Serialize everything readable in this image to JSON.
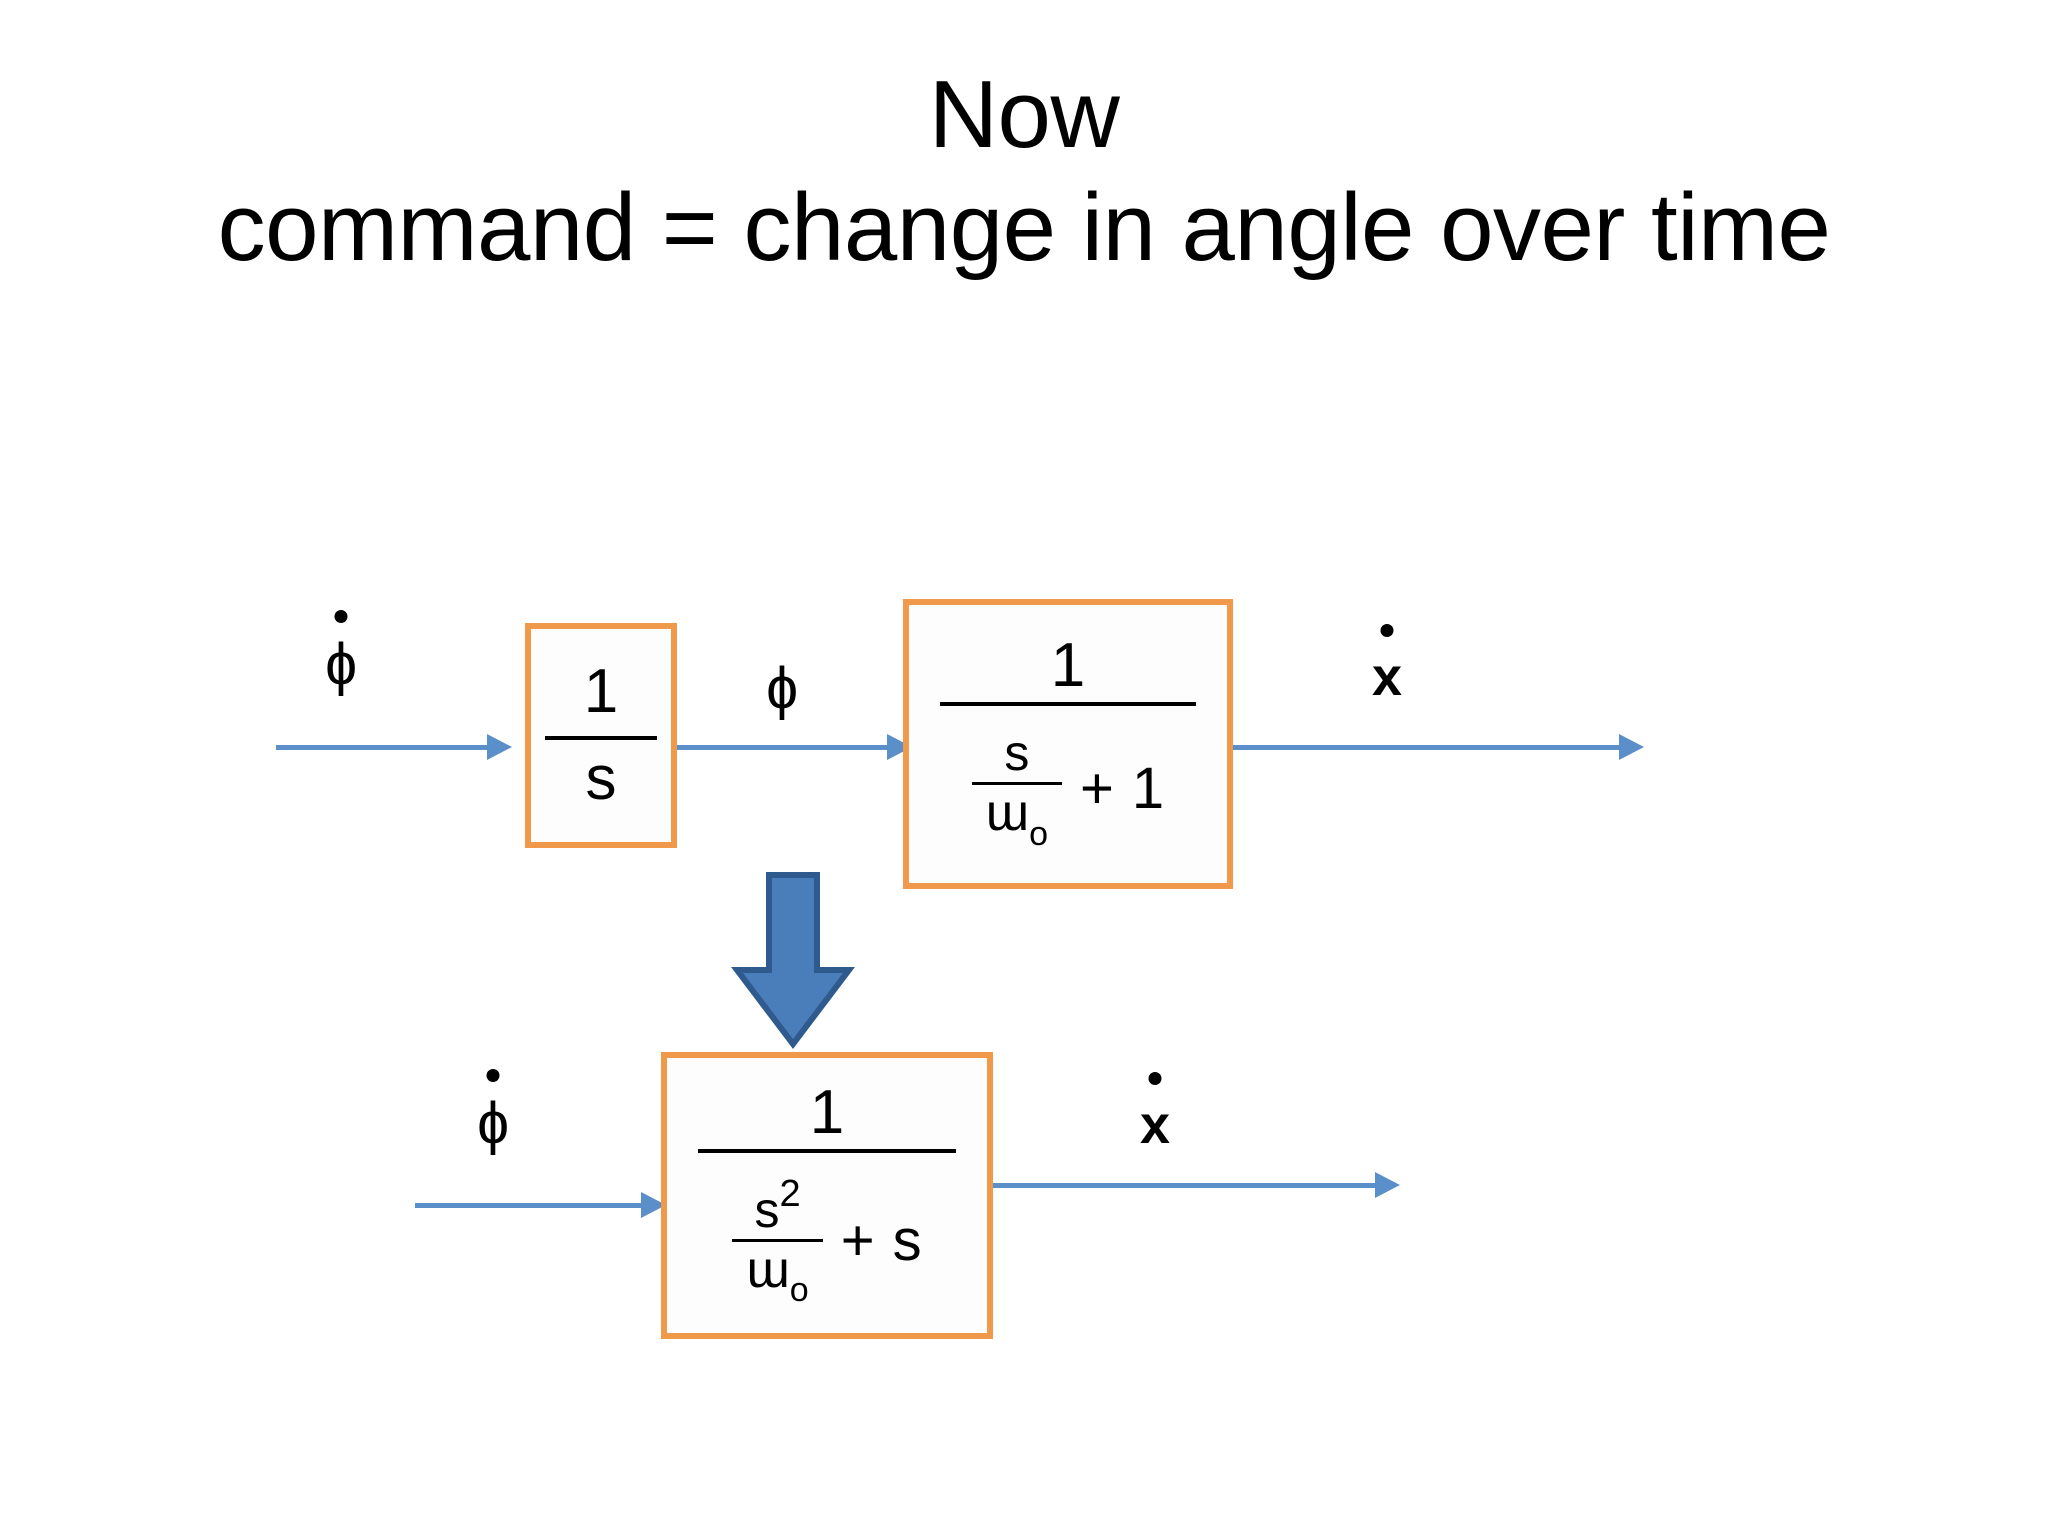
{
  "slide": {
    "background_color": "#FFFFFF",
    "title_lines": [
      "Now",
      "command = change in angle over time"
    ]
  },
  "theme": {
    "box_border_color": "#F0994A",
    "box_fill_color": "#FDFDFD",
    "arrow_color": "#5B8FC9",
    "big_arrow_fill": "#4A7EBB",
    "big_arrow_stroke": "#2E5A8E",
    "text_color": "#000000"
  },
  "diagram": {
    "top_row": {
      "input_label": {
        "symbol": "ɸ",
        "accent": "dot",
        "reading": "phi-dot"
      },
      "block_1": {
        "name": "integrator",
        "numerator": "1",
        "denominator": "s",
        "reading": "1 over s"
      },
      "intermediate_label": {
        "symbol": "ɸ",
        "accent": "none",
        "reading": "phi"
      },
      "block_2": {
        "name": "first-order-lag",
        "numerator": "1",
        "denominator": {
          "fraction_numerator": "s",
          "fraction_denominator": "ɯ",
          "fraction_denominator_subscript": "o",
          "operator": "+",
          "trailing_term": "1"
        },
        "reading": "1 over ( s over omega-o plus 1 )"
      },
      "output_label": {
        "symbol": "x",
        "accent": "dot",
        "reading": "x-dot"
      }
    },
    "transition_arrow": {
      "direction": "down",
      "name": "simplifies-to"
    },
    "bottom_row": {
      "input_label": {
        "symbol": "ɸ",
        "accent": "dot",
        "reading": "phi-dot"
      },
      "block_1": {
        "name": "combined-transfer-function",
        "numerator": "1",
        "denominator": {
          "fraction_numerator": "s",
          "fraction_numerator_superscript": "2",
          "fraction_denominator": "ɯ",
          "fraction_denominator_subscript": "o",
          "operator": "+",
          "trailing_term": "s"
        },
        "reading": "1 over ( s squared over omega-o plus s )"
      },
      "output_label": {
        "symbol": "x",
        "accent": "dot",
        "reading": "x-dot"
      }
    }
  }
}
